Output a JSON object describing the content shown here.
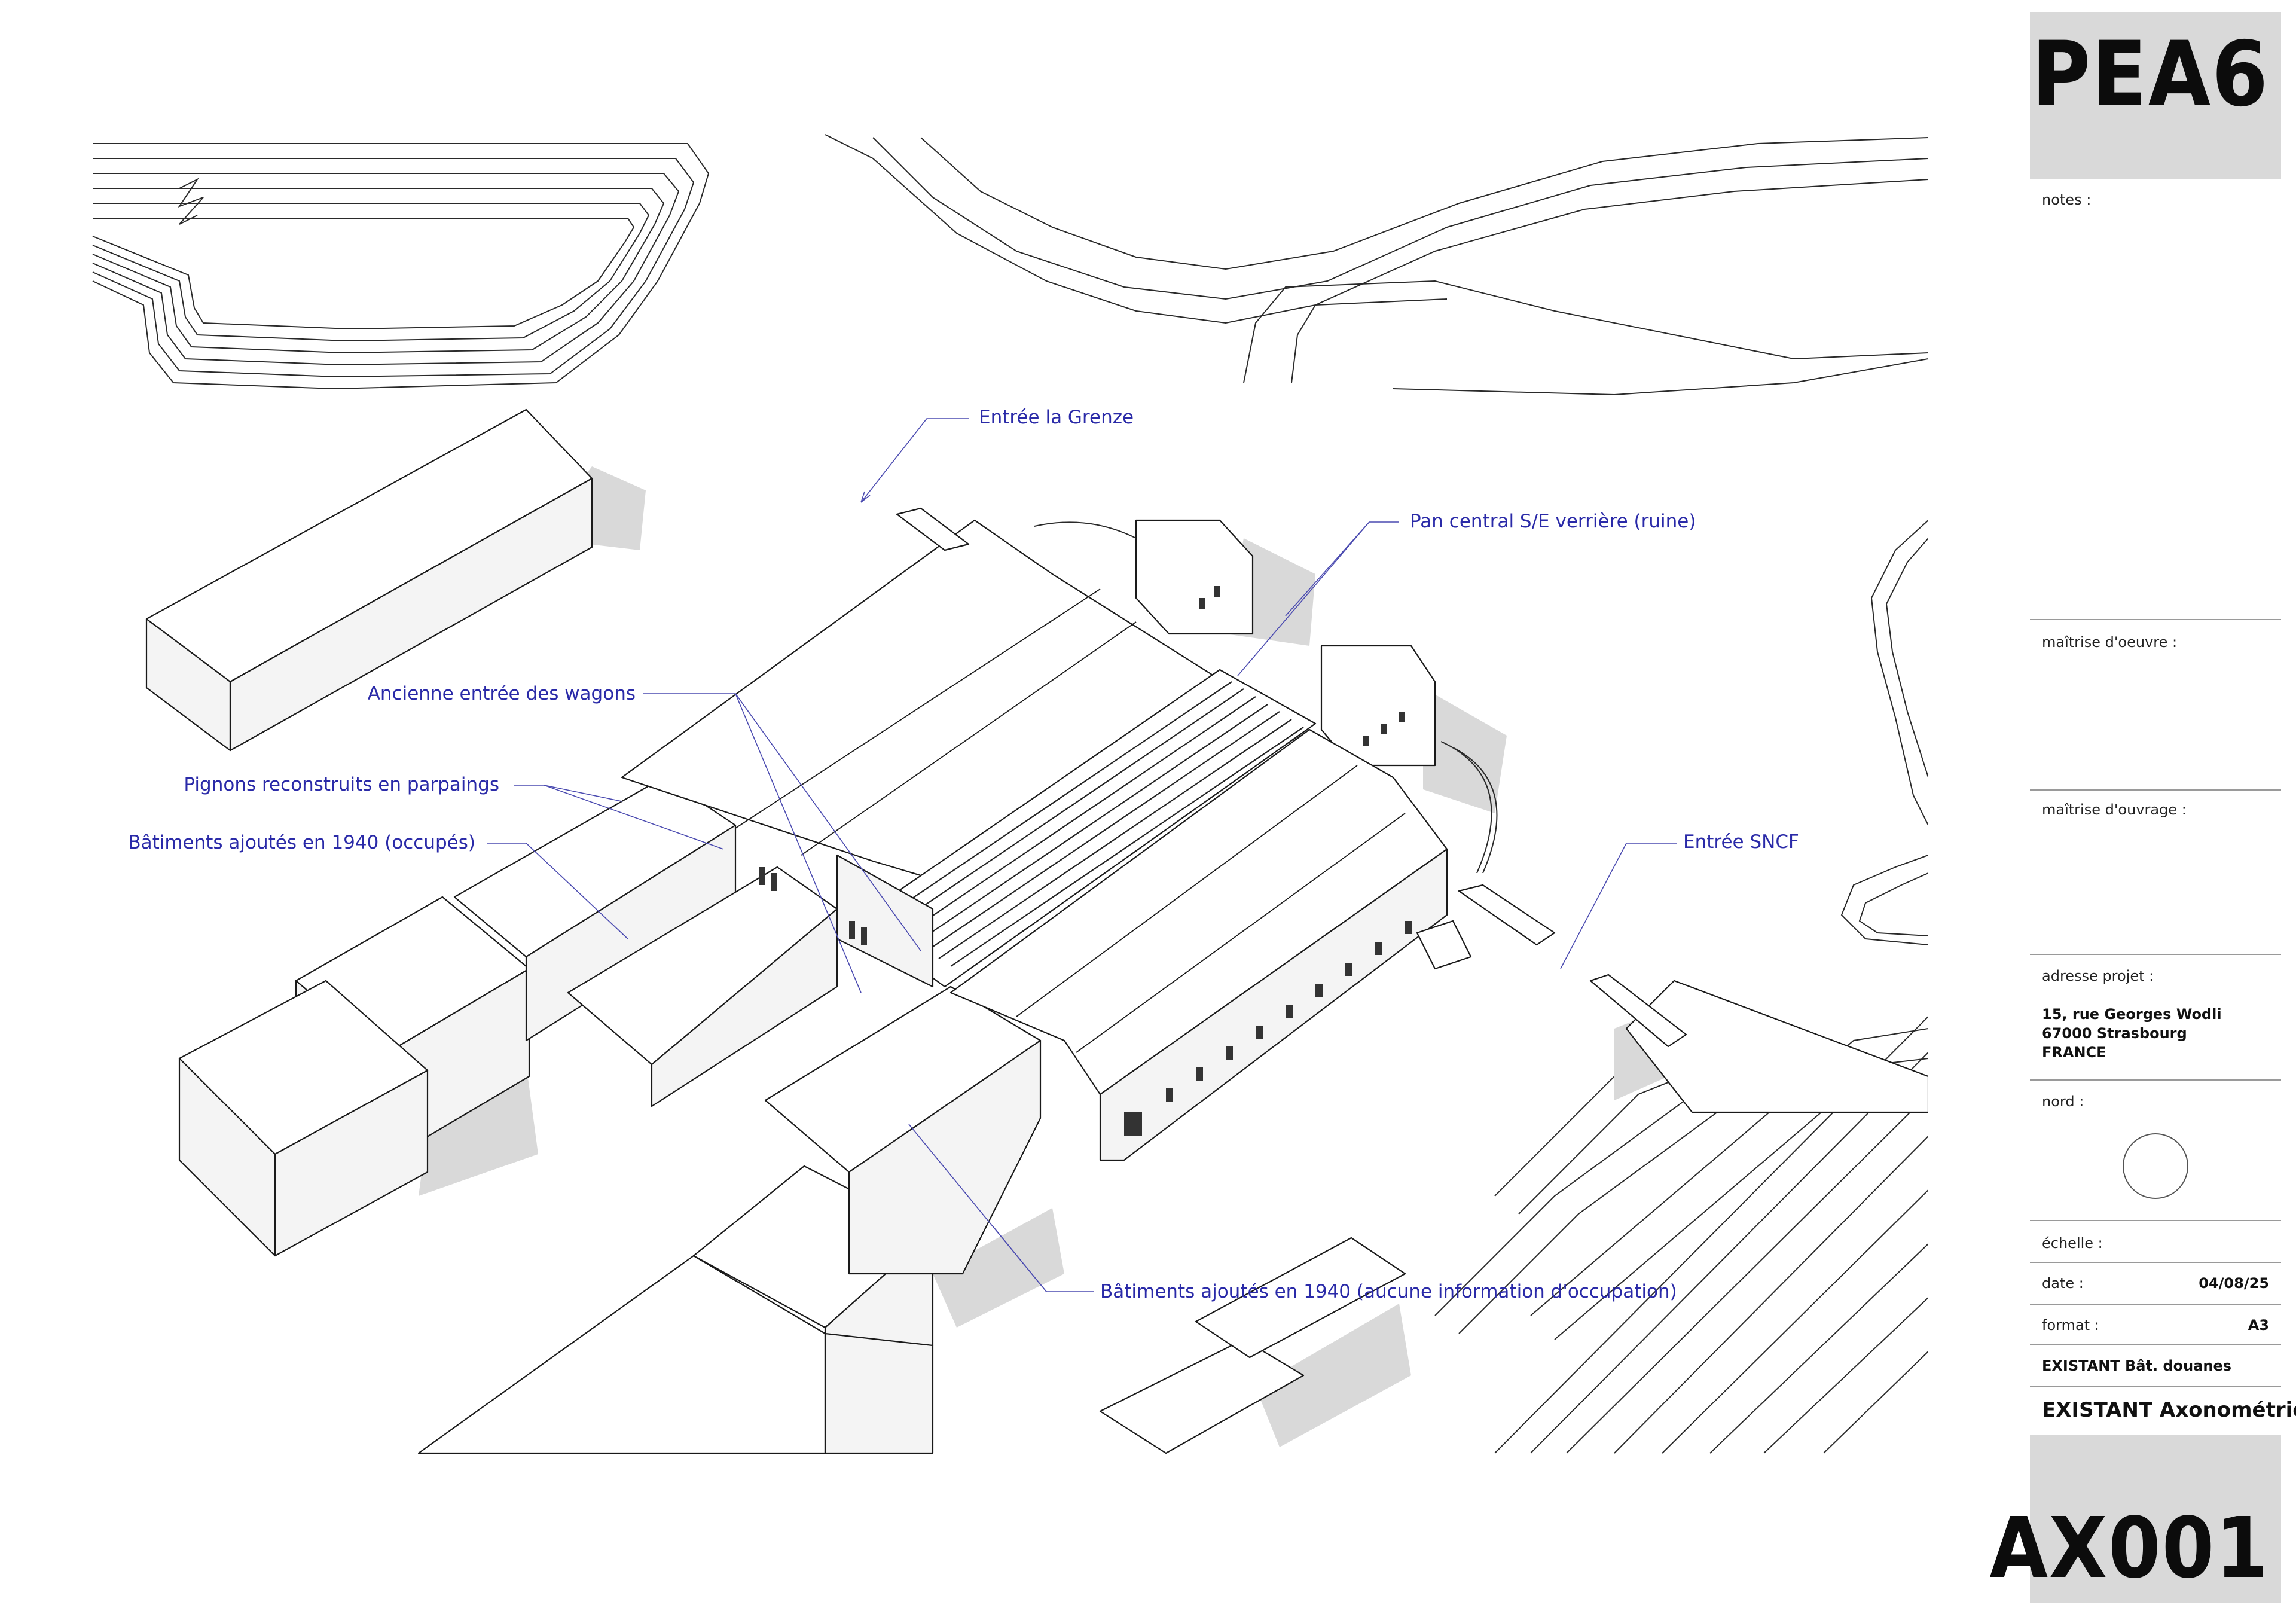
{
  "annotations": {
    "entree_grenze": "Entrée la Grenze",
    "pan_central": "Pan central S/E verrière (ruine)",
    "ancienne_entree": "Ancienne entrée des wagons",
    "pignons": "Pignons reconstruits en parpaings",
    "batiments_occupes": "Bâtiments ajoutés en 1940 (occupés)",
    "entree_sncf": "Entrée SNCF",
    "batiments_aucune_info": "Bâtiments ajoutés en 1940 (aucune information d'occupation)"
  },
  "titleblock": {
    "project_code": "PEA6",
    "notes_label": "notes :",
    "maitrise_oeuvre_label": "maîtrise d'oeuvre :",
    "maitrise_ouvrage_label": "maîtrise d'ouvrage :",
    "adresse_label": "adresse projet :",
    "adresse_line1": "15, rue Georges Wodli",
    "adresse_line2": "67000 Strasbourg",
    "adresse_line3": "FRANCE",
    "nord_label": "nord :",
    "echelle_label": "échelle :",
    "date_label": "date :",
    "date_value": "04/08/25",
    "format_label": "format :",
    "format_value": "A3",
    "building_name": "EXISTANT Bât. douanes",
    "drawing_name": "EXISTANT Axonométrie",
    "sheet_number": "AX001"
  },
  "colors": {
    "annotation_text": "#2a2aa8",
    "titleblock_fill": "#d9d9d9",
    "shadow": "#d9d9d9"
  }
}
